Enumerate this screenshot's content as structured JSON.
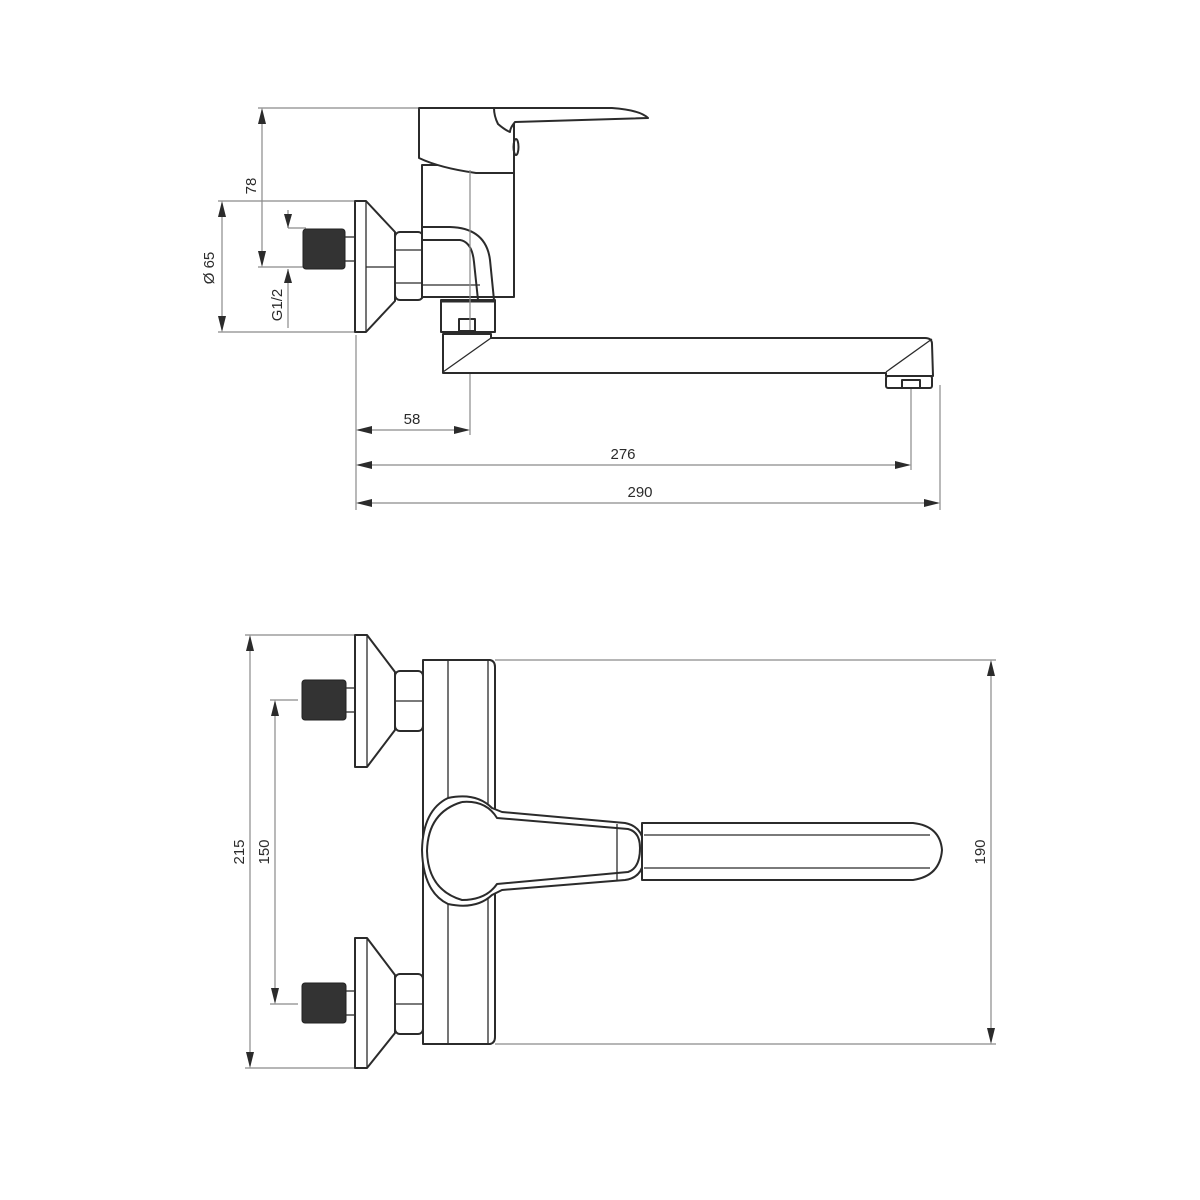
{
  "drawing": {
    "title": "Wall-mounted single-lever mixer tap — dimension drawing",
    "views": [
      "side-view",
      "front-view"
    ],
    "colors": {
      "line": "#2b2b2b",
      "dimension_line": "#8a8a8a",
      "thread": "#333333",
      "background": "#ffffff"
    }
  },
  "side_view": {
    "dimensions": {
      "height_to_handle": "78",
      "escutcheon_diameter": "Ø 65",
      "thread": "G1/2",
      "wall_to_body_axis": "58",
      "wall_to_outlet": "276",
      "overall_length": "290"
    }
  },
  "front_view": {
    "dimensions": {
      "overall_height": "215",
      "inlet_spacing": "150",
      "body_height": "190"
    }
  }
}
